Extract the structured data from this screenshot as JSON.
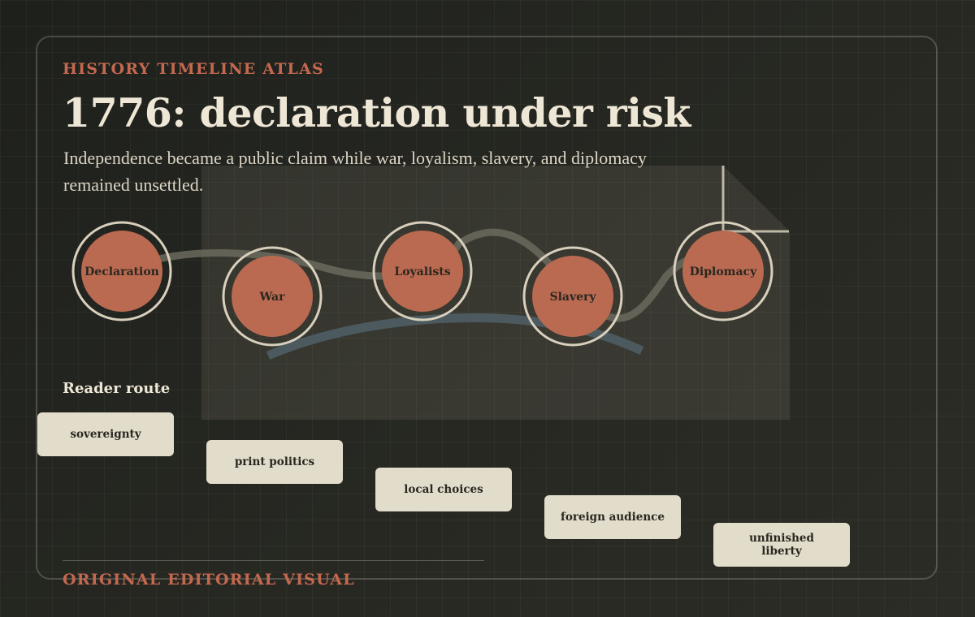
{
  "header": {
    "kicker": "HISTORY TIMELINE ATLAS",
    "title": "1776: declaration under risk",
    "subtitle": "Independence became a public claim while war, loyalism, slavery, and diplomacy remained unsettled."
  },
  "timeline": {
    "nodes": [
      {
        "label": "Declaration"
      },
      {
        "label": "War"
      },
      {
        "label": "Loyalists"
      },
      {
        "label": "Slavery"
      },
      {
        "label": "Diplomacy"
      }
    ]
  },
  "route": {
    "title": "Reader route",
    "steps": [
      {
        "label": "sovereignty"
      },
      {
        "label": "print politics"
      },
      {
        "label": "local choices"
      },
      {
        "label": "foreign audience"
      },
      {
        "label": "unfinished liberty"
      }
    ]
  },
  "footer": {
    "credit": "ORIGINAL EDITORIAL VISUAL"
  },
  "colors": {
    "accent": "#c4684f",
    "node_fill": "#b96a51",
    "card": "#e2dccb",
    "ink": "#efe7d6",
    "blue_stream": "#4d5c62",
    "grey_stream": "#6b6a5d"
  }
}
